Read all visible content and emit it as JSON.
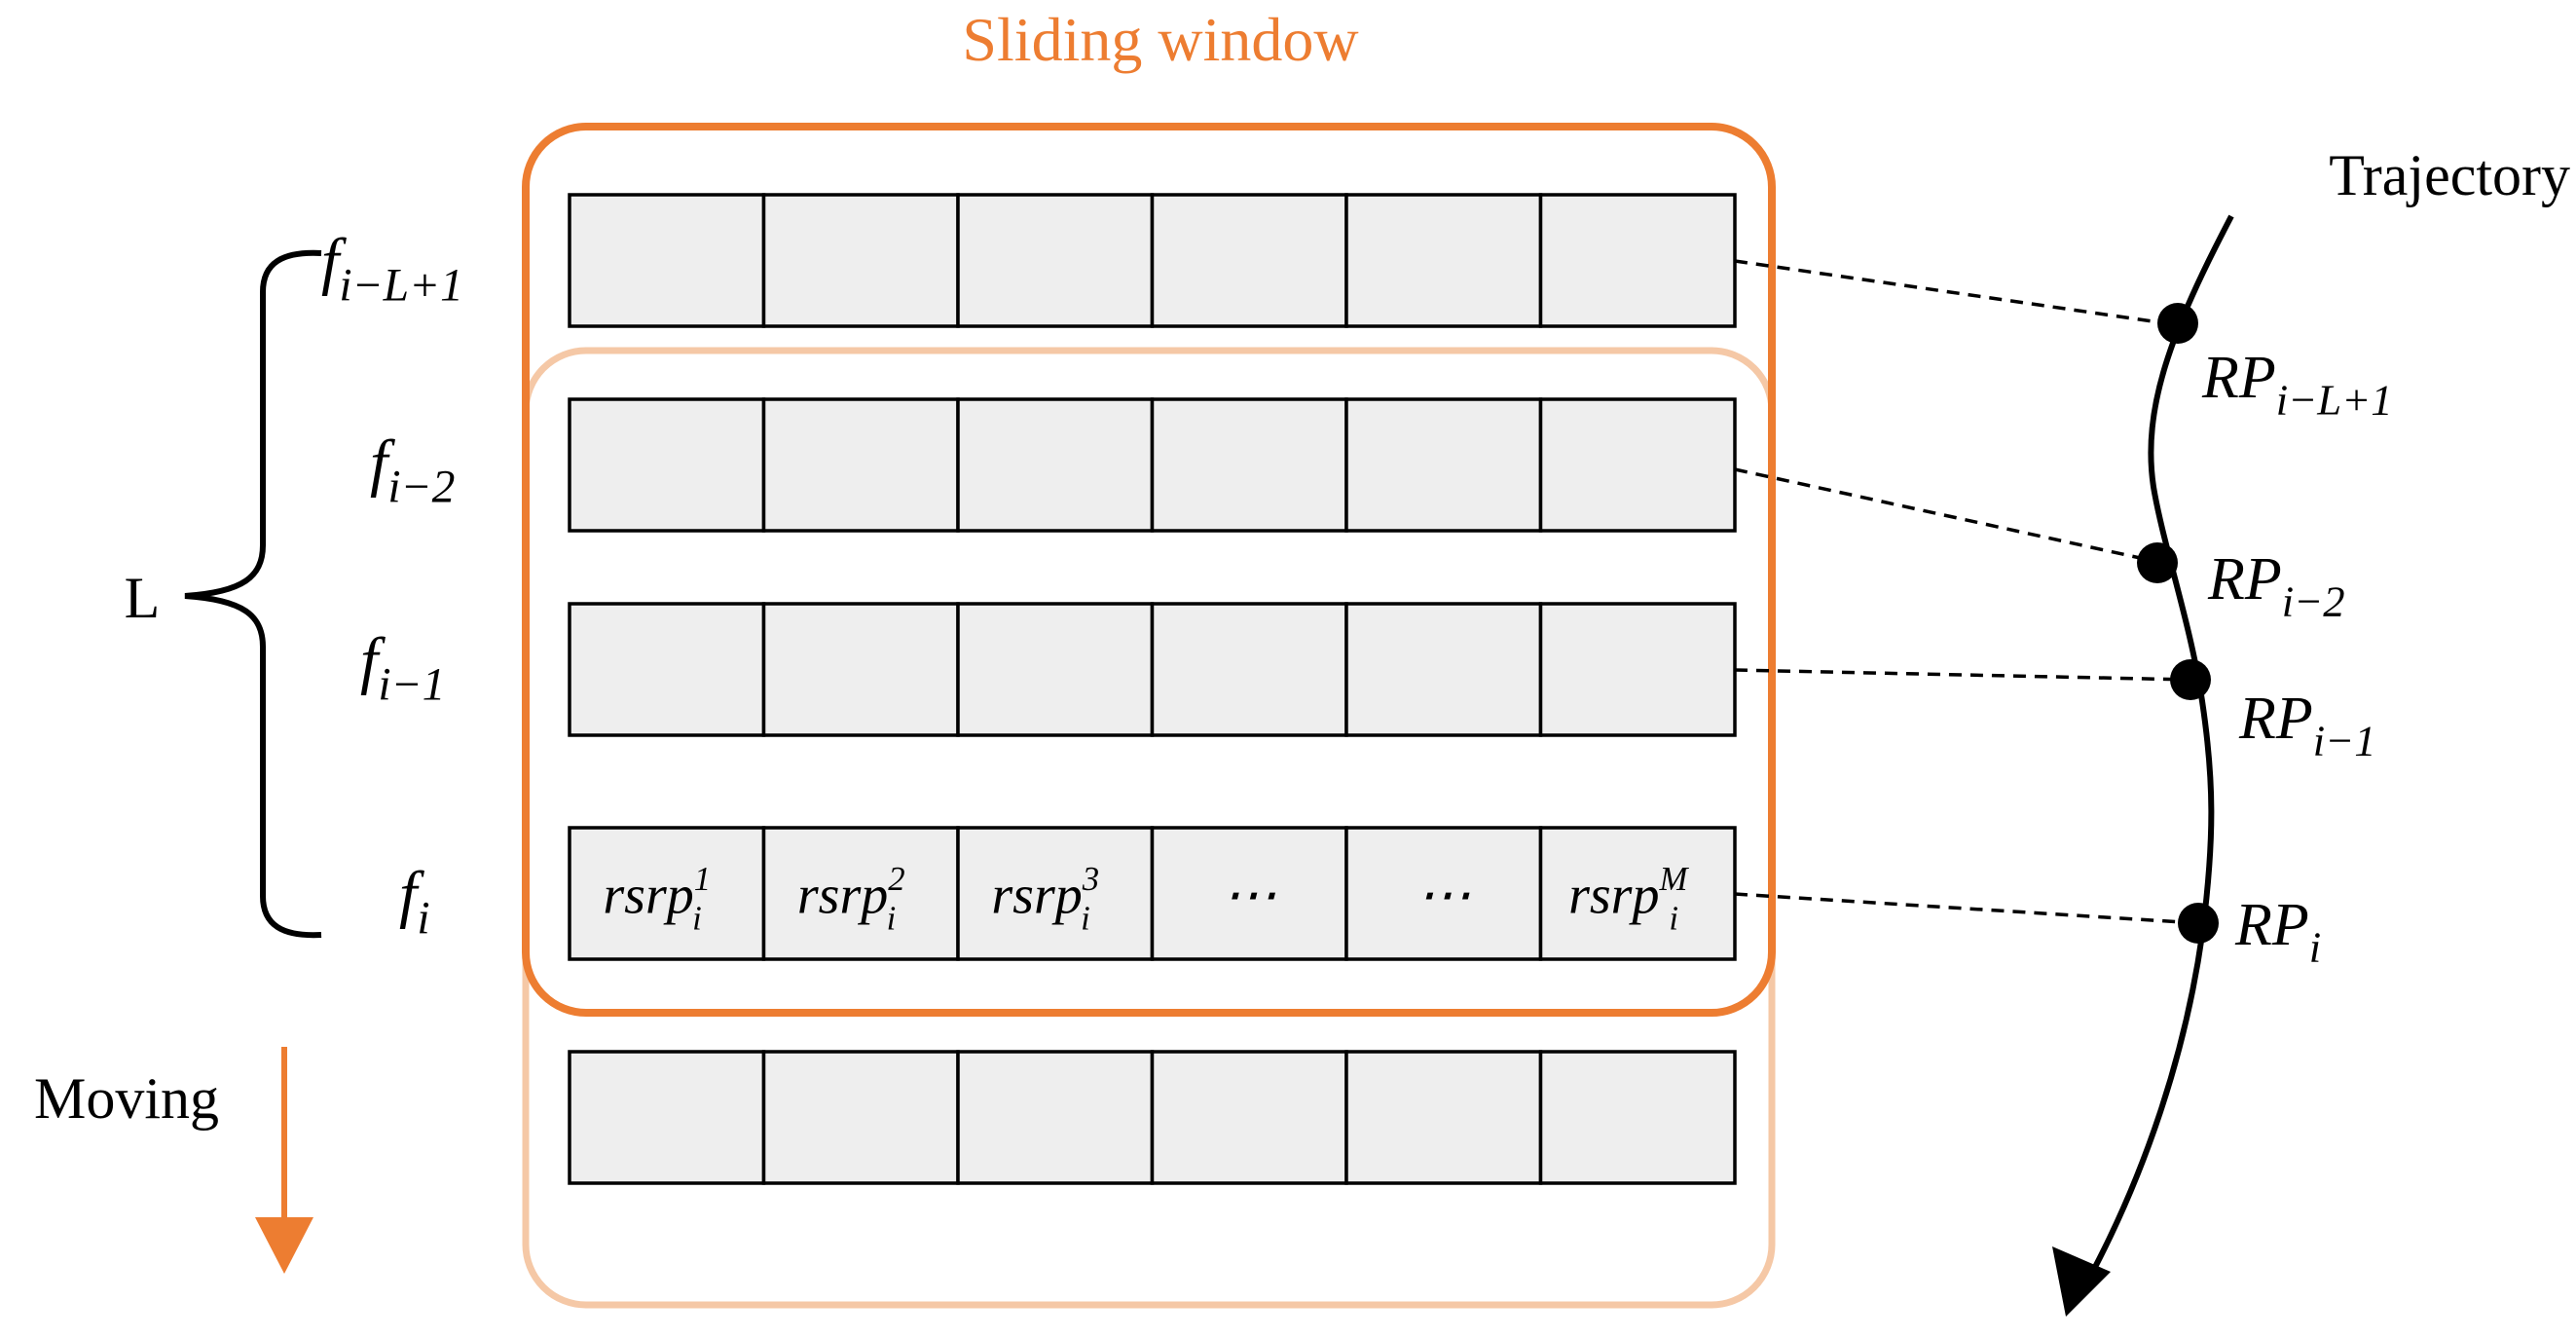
{
  "title": "Sliding window",
  "trajectory_label": "Trajectory",
  "window_size_label": "L",
  "moving_label": "Moving",
  "colors": {
    "window_active": "#ed7d31",
    "window_next": "#f5c8a6",
    "cell_fill": "#eeeeee",
    "stroke": "#000000"
  },
  "rows": [
    {
      "label": {
        "base": "f",
        "sub": "i−L+1"
      },
      "cells": []
    },
    {
      "label": {
        "base": "f",
        "sub": "i−2"
      },
      "cells": []
    },
    {
      "label": {
        "base": "f",
        "sub": "i−1"
      },
      "cells": []
    },
    {
      "label": {
        "base": "f",
        "sub": "i"
      },
      "cells": [
        {
          "base": "rsrp",
          "sub": "i",
          "sup": "1"
        },
        {
          "base": "rsrp",
          "sub": "i",
          "sup": "2"
        },
        {
          "base": "rsrp",
          "sub": "i",
          "sup": "3"
        },
        {
          "base": "⋯"
        },
        {
          "base": "⋯"
        },
        {
          "base": "rsrp",
          "sub": "i",
          "sup": "M"
        }
      ]
    },
    {
      "label": null,
      "cells": []
    }
  ],
  "reference_points": [
    {
      "base": "RP",
      "sub": "i−L+1"
    },
    {
      "base": "RP",
      "sub": "i−2"
    },
    {
      "base": "RP",
      "sub": "i−1"
    },
    {
      "base": "RP",
      "sub": "i"
    }
  ]
}
